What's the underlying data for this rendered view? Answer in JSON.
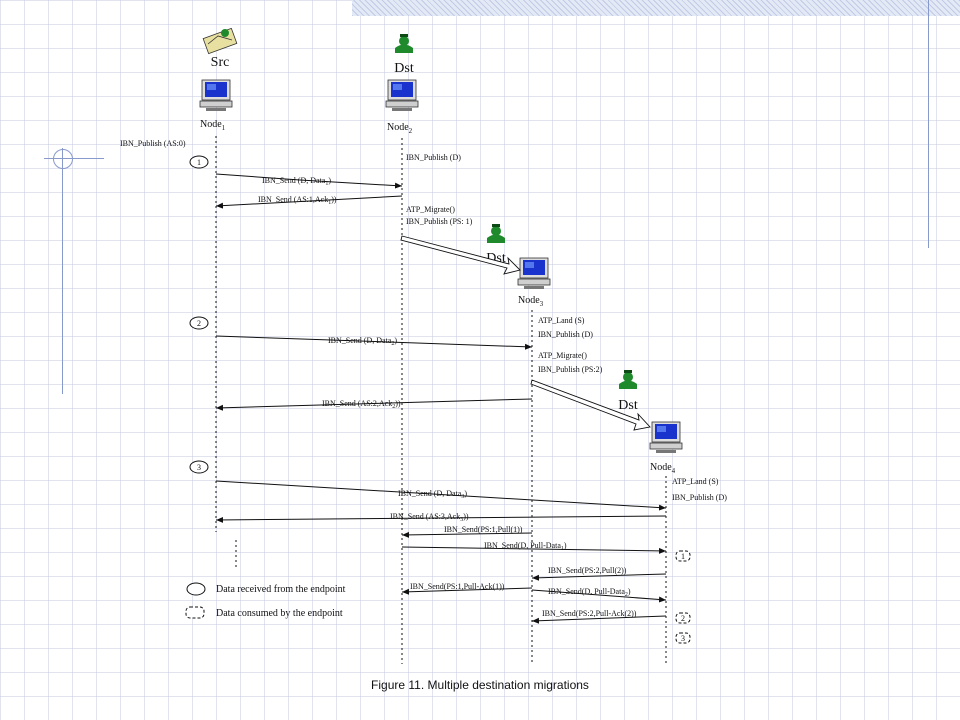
{
  "slide": {
    "caption": "Figure 11. Multiple destination migrations"
  },
  "actors": {
    "src": "Src",
    "dst_a": "Dst",
    "dst_b": "Dst",
    "dst_c": "Dst"
  },
  "nodes": {
    "n1": {
      "name": "Node",
      "sub": "1"
    },
    "n2": {
      "name": "Node",
      "sub": "2"
    },
    "n3": {
      "name": "Node",
      "sub": "3"
    },
    "n4": {
      "name": "Node",
      "sub": "4"
    }
  },
  "steps": {
    "s1": "1",
    "s2": "2",
    "s3": "3"
  },
  "labels": {
    "n1_publish": "IBN_Publish (AS:0)",
    "n2_publish": "IBN_Publish (D)",
    "send_data1": {
      "main": "IBN_Send (D, Data",
      "sub": "1",
      "end": ")"
    },
    "send_ack1": {
      "main": "IBN_Send (AS:1,Ack",
      "sub": "1",
      "end": "))"
    },
    "n2_migrate": "ATP_Migrate()",
    "n2_publish_ps1": "IBN_Publish (PS: 1)",
    "n3_land": "ATP_Land (S)",
    "n3_publish": "IBN_Publish (D)",
    "send_data2": {
      "main": "IBN_Send (D, Data",
      "sub": "2",
      "end": ")"
    },
    "n3_migrate": "ATP_Migrate()",
    "n3_publish_ps2": "IBN_Publish (PS:2)",
    "send_ack2": {
      "main": "IBN_Send (AS:2,Ack",
      "sub": "2",
      "end": "))"
    },
    "n4_land": "ATP_Land (S)",
    "n4_publish": "IBN_Publish (D)",
    "send_data3": {
      "main": "IBN_Send (D, Data",
      "sub": "3",
      "end": ")"
    },
    "send_ack3": {
      "main": "IBN_Send (AS:3,Ack",
      "sub": "3",
      "end": "))"
    },
    "pull1": "IBN_Send(PS:1,Pull(1))",
    "pulldata1": {
      "main": "IBN_Send(D, Pull-Data",
      "sub": "1",
      "end": ")"
    },
    "pull2": "IBN_Send(PS:2,Pull(2))",
    "pullack1": "IBN_Send(PS:1,Pull-Ack(1))",
    "pulldata2": {
      "main": "IBN_Send(D, Pull-Data",
      "sub": "2",
      "end": ")"
    },
    "pullack2": "IBN_Send(PS:2,Pull-Ack(2))"
  },
  "consumed": {
    "c1": "1",
    "c2": "2",
    "c3": "3"
  },
  "legend": {
    "received": "Data received from the endpoint",
    "consumed": "Data consumed by the endpoint"
  },
  "colors": {
    "person_green": "#1f8a2c",
    "monitor_blue": "#1a33cc",
    "line": "#111111",
    "decoration": "#8899cc"
  }
}
